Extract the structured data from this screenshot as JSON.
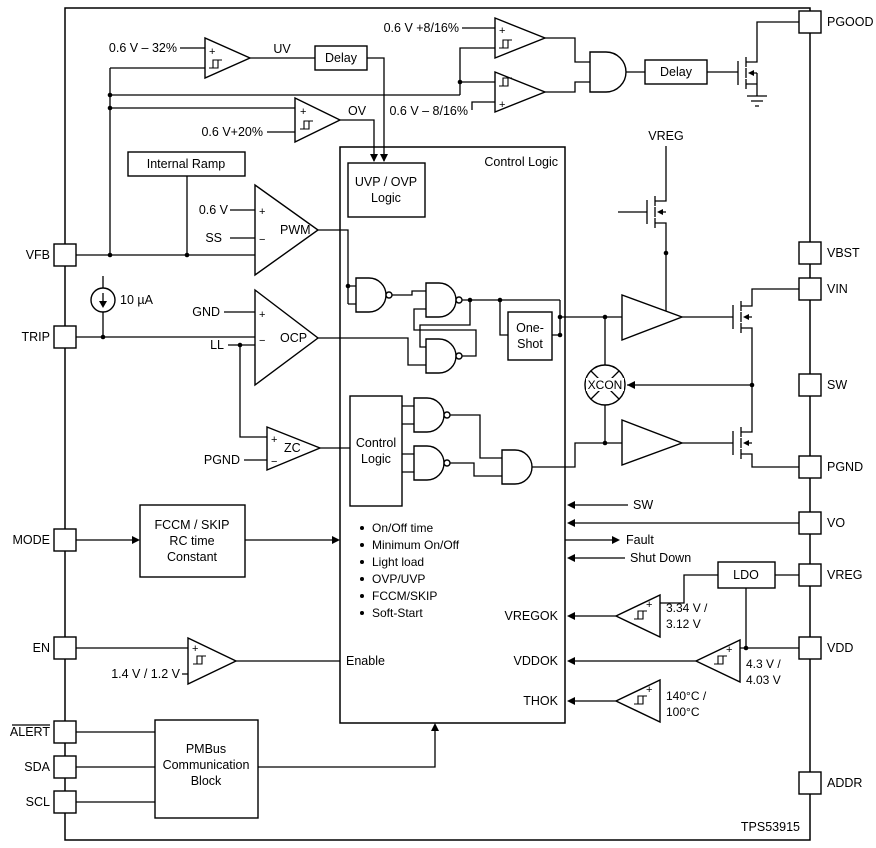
{
  "diagram": {
    "part_number": "TPS53915",
    "pins": {
      "left": [
        "VFB",
        "TRIP",
        "MODE",
        "EN",
        "ALERT",
        "SDA",
        "SCL"
      ],
      "right": [
        "PGOOD",
        "VBST",
        "VIN",
        "SW",
        "PGND",
        "VO",
        "VREG",
        "VDD",
        "ADDR"
      ]
    },
    "blocks": {
      "delay_uv": "Delay",
      "delay_pgood": "Delay",
      "internal_ramp": "Internal Ramp",
      "uvp_ovp_logic": [
        "UVP / OVP",
        "Logic"
      ],
      "control_logic_title": "Control Logic",
      "one_shot": [
        "One-",
        "Shot"
      ],
      "control_logic_small": [
        "Control",
        "Logic"
      ],
      "fccm_block": [
        "FCCM / SKIP",
        "RC time",
        "Constant"
      ],
      "pmbus_block": [
        "PMBus",
        "Communication",
        "Block"
      ],
      "ldo": "LDO"
    },
    "comparators": {
      "uv_ref": "0.6 V – 32%",
      "uv_out": "UV",
      "ov_ref": "0.6 V+20%",
      "ov_out": "OV",
      "pg_high_ref": "0.6 V +8/16%",
      "pg_low_ref": "0.6 V – 8/16%",
      "pwm_ref": "0.6 V",
      "pwm_ss": "SS",
      "pwm_label": "PWM",
      "ocp_gnd": "GND",
      "ocp_ll": "LL",
      "ocp_label": "OCP",
      "zc_label": "ZC",
      "zc_pgnd": "PGND",
      "en_ref": "1.4 V / 1.2 V",
      "vregok_label": "VREGOK",
      "vregok_ref": [
        "3.34 V /",
        "3.12 V"
      ],
      "vddok_label": "VDDOK",
      "vddok_ref": [
        "4.3 V /",
        "4.03 V"
      ],
      "thok_label": "THOK",
      "thok_ref": [
        "140°C /",
        "100°C"
      ],
      "plus": "+",
      "minus": "−"
    },
    "signals": {
      "vreg_rail": "VREG",
      "current_source": "10 µA",
      "xcon": "XCON",
      "sw_sense": "SW",
      "fault": "Fault",
      "shutdown": "Shut Down",
      "enable": "Enable"
    },
    "features": [
      "On/Off time",
      "Minimum On/Off",
      "Light load",
      "OVP/UVP",
      "FCCM/SKIP",
      "Soft-Start"
    ]
  }
}
